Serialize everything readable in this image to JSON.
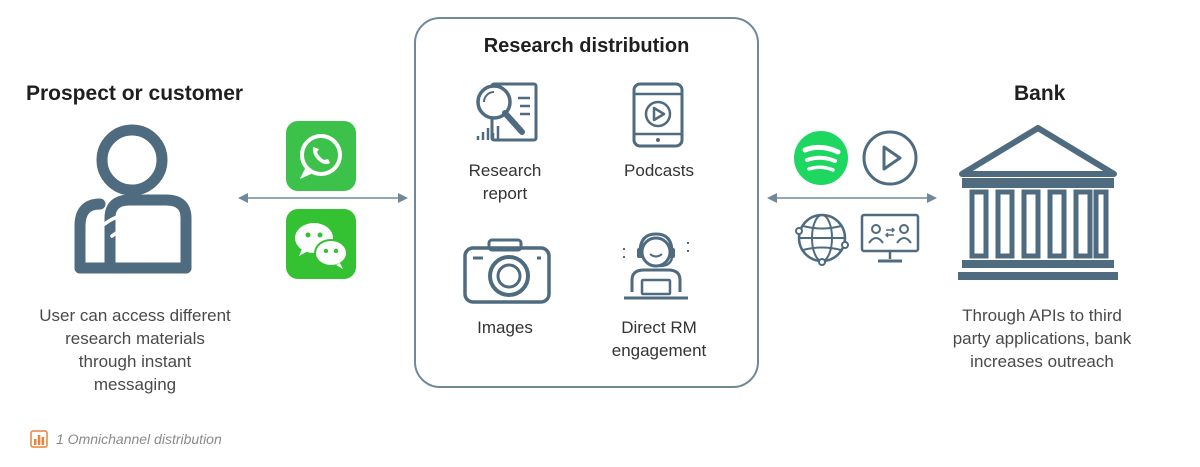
{
  "left": {
    "title": "Prospect or customer",
    "description_lines": [
      "User can access different",
      "research materials",
      "through instant",
      "messaging"
    ]
  },
  "center": {
    "title": "Research distribution",
    "items": [
      {
        "lines": [
          "Research",
          "report"
        ],
        "icon": "magnifier-report-icon"
      },
      {
        "lines": [
          "Podcasts"
        ],
        "icon": "tablet-play-icon"
      },
      {
        "lines": [
          "Images"
        ],
        "icon": "camera-icon"
      },
      {
        "lines": [
          "Direct RM",
          "engagement"
        ],
        "icon": "headset-agent-icon"
      }
    ]
  },
  "right": {
    "title": "Bank",
    "description_lines": [
      "Through APIs to third",
      "party applications, bank",
      "increases outreach"
    ]
  },
  "caption": "1 Omnichannel distribution",
  "colors": {
    "slate": "#4f6b80",
    "whatsapp": "#3cc24a",
    "wechat": "#34c132",
    "spotify": "#1ed760",
    "caption_icon": "#e8833a"
  }
}
